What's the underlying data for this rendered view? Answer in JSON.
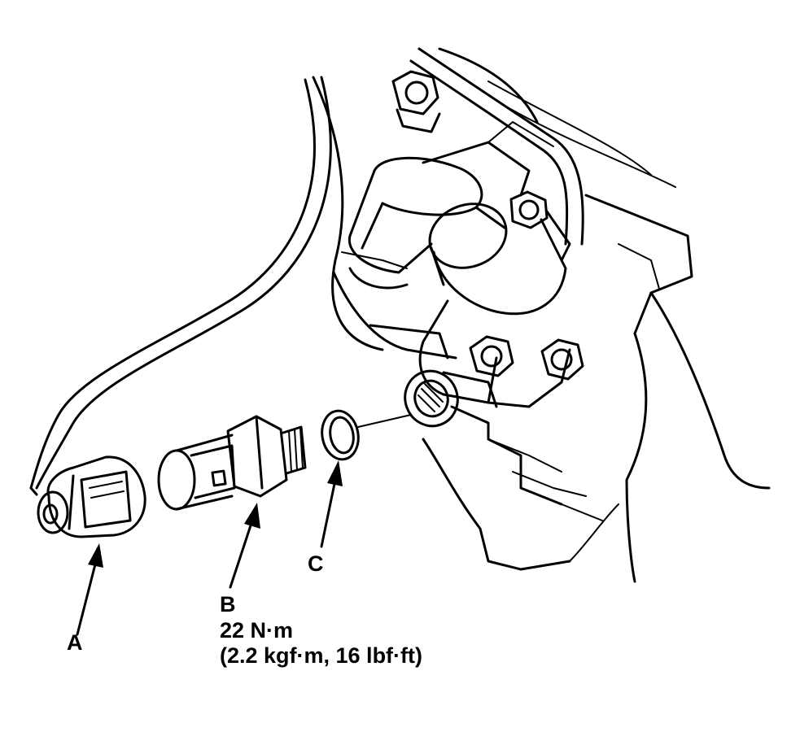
{
  "callouts": {
    "a": "A",
    "b": "B",
    "c": "C"
  },
  "torque": {
    "value": "22 N·m",
    "alt_units": "(2.2 kgf·m, 16 lbf·ft)"
  }
}
